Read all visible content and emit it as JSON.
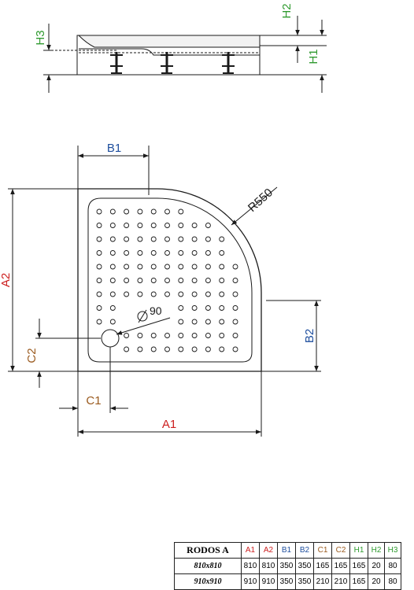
{
  "colors": {
    "red": "#cc1f1f",
    "blue": "#1f4f9e",
    "brown": "#9a5a1e",
    "green": "#2f9a2f",
    "line": "#1a1a1a"
  },
  "labels": {
    "A1": "A1",
    "A2": "A2",
    "B1": "B1",
    "B2": "B2",
    "C1": "C1",
    "C2": "C2",
    "H1": "H1",
    "H2": "H2",
    "H3": "H3",
    "radius": "R550",
    "drain": "90"
  },
  "table": {
    "model": "RODOS A",
    "columns": [
      {
        "label": "A1",
        "color": "red"
      },
      {
        "label": "A2",
        "color": "red"
      },
      {
        "label": "B1",
        "color": "blue"
      },
      {
        "label": "B2",
        "color": "blue"
      },
      {
        "label": "C1",
        "color": "brown"
      },
      {
        "label": "C2",
        "color": "brown"
      },
      {
        "label": "H1",
        "color": "green"
      },
      {
        "label": "H2",
        "color": "green"
      },
      {
        "label": "H3",
        "color": "green"
      }
    ],
    "rows": [
      {
        "size": "810x810",
        "values": [
          "810",
          "810",
          "350",
          "350",
          "165",
          "165",
          "165",
          "20",
          "80"
        ]
      },
      {
        "size": "910x910",
        "values": [
          "910",
          "910",
          "350",
          "350",
          "210",
          "210",
          "165",
          "20",
          "80"
        ]
      }
    ]
  }
}
